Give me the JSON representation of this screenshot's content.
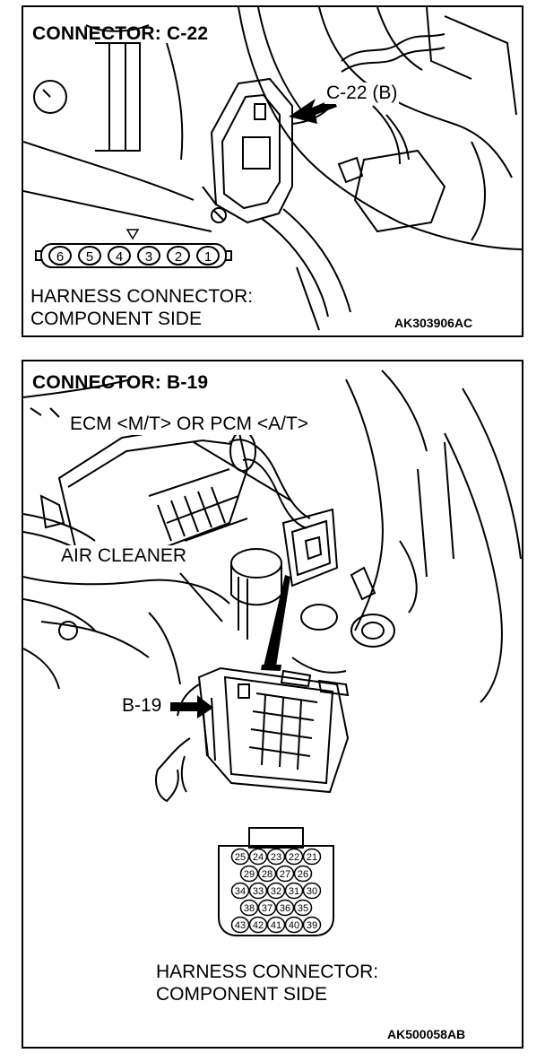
{
  "top": {
    "title": "CONNECTOR: C-22",
    "connector_label": "C-22 (B)",
    "pins": [
      "6",
      "5",
      "4",
      "3",
      "2",
      "1"
    ],
    "caption_line1": "HARNESS CONNECTOR:",
    "caption_line2": "COMPONENT SIDE",
    "figure_code": "AK303906AC"
  },
  "bottom": {
    "title": "CONNECTOR: B-19",
    "ecm_label": "ECM <M/T> OR PCM <A/T>",
    "air_cleaner_label": "AIR CLEANER",
    "connector_label": "B-19",
    "pin_rows": [
      [
        "25",
        "24",
        "23",
        "22",
        "21"
      ],
      [
        "29",
        "28",
        "27",
        "26"
      ],
      [
        "34",
        "33",
        "32",
        "31",
        "30"
      ],
      [
        "38",
        "37",
        "36",
        "35"
      ],
      [
        "43",
        "42",
        "41",
        "40",
        "39"
      ]
    ],
    "caption_line1": "HARNESS CONNECTOR:",
    "caption_line2": "COMPONENT SIDE",
    "figure_code": "AK500058AB"
  }
}
